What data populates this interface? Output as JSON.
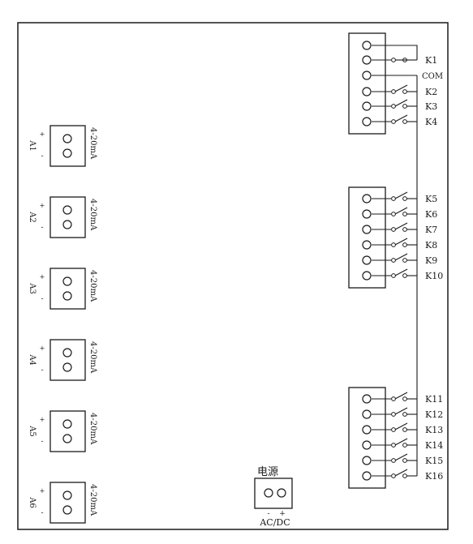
{
  "title_power": "电源",
  "power_label": "AC/DC",
  "power_polarity": {
    "minus": "-",
    "plus": "+"
  },
  "inputs": [
    {
      "name": "A1",
      "spec": "4-20mA",
      "plus": "+",
      "minus": "-"
    },
    {
      "name": "A2",
      "spec": "4-20mA",
      "plus": "+",
      "minus": "-"
    },
    {
      "name": "A3",
      "spec": "4-20mA",
      "plus": "+",
      "minus": "-"
    },
    {
      "name": "A4",
      "spec": "4-20mA",
      "plus": "+",
      "minus": "-"
    },
    {
      "name": "A5",
      "spec": "4-20mA",
      "plus": "+",
      "minus": "-"
    },
    {
      "name": "A6",
      "spec": "4-20mA",
      "plus": "+",
      "minus": "-"
    }
  ],
  "com_label": "COM",
  "relays_group1": [
    "K1",
    "K2",
    "K3",
    "K4"
  ],
  "relays_group2": [
    "K5",
    "K6",
    "K7",
    "K8",
    "K9",
    "K10"
  ],
  "relays_group3": [
    "K11",
    "K12",
    "K13",
    "K14",
    "K15",
    "K16"
  ],
  "colors": {
    "line": "#1a1a1a",
    "background": "#ffffff"
  }
}
